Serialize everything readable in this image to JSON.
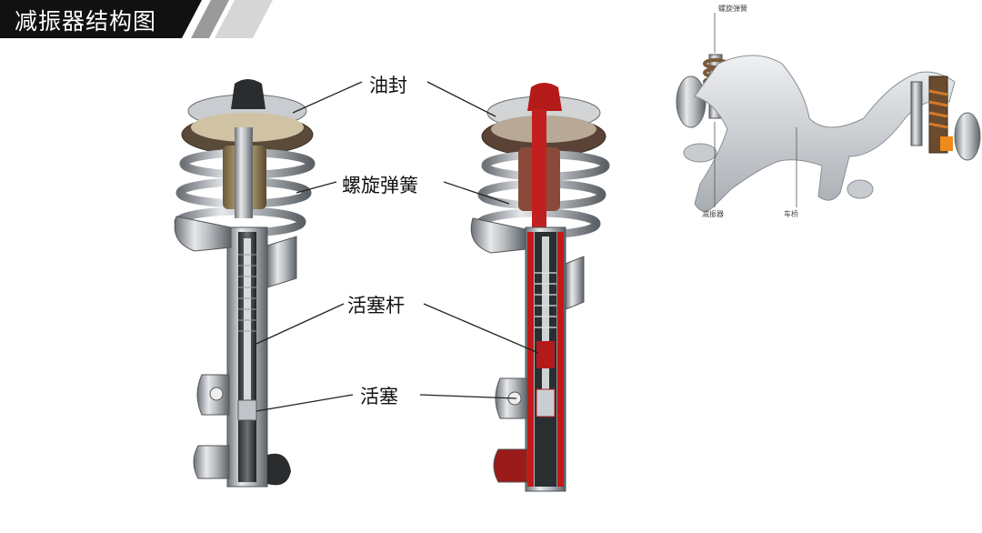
{
  "title": "减振器结构图",
  "labels": {
    "oil_seal": "油封",
    "coil_spring": "螺旋弹簧",
    "piston_rod": "活塞杆",
    "piston": "活塞"
  },
  "inset_labels": {
    "coil_spring": "螺旋弹簧",
    "shock_absorber": "减振器",
    "axle": "车桥"
  }
}
